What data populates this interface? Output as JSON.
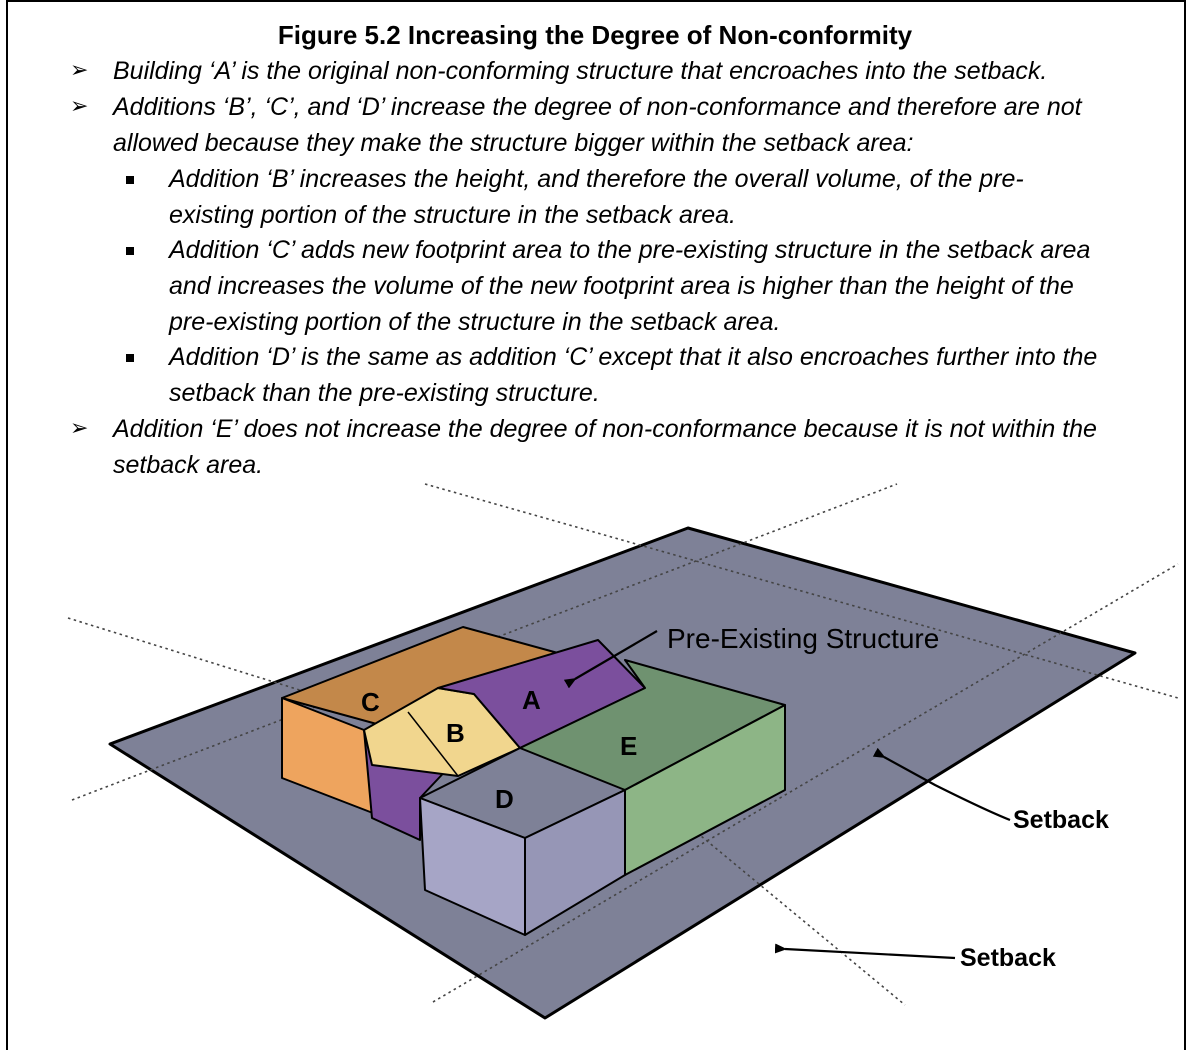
{
  "figure": {
    "title": "Figure 5.2  Increasing the Degree of Non-conformity"
  },
  "bullets": [
    {
      "text": "Building ‘A’ is the original non-conforming structure that encroaches into the setback."
    },
    {
      "line1": "Additions ‘B’, ‘C’, and ‘D’ increase the degree of non-conformance and therefore are not",
      "line2": "allowed because they make the structure bigger within the setback area:"
    },
    {
      "line1": "Addition ‘E’ does not increase the degree of non-conformance because it is not within the",
      "line2": "setback area."
    }
  ],
  "sub_bullets": [
    {
      "line1": "Addition ‘B’ increases the height, and therefore the overall volume, of the pre-",
      "line2": "existing portion of the structure in the setback area."
    },
    {
      "line1": "Addition ‘C’ adds new footprint area to the pre-existing structure in the setback area",
      "line2": "and increases the volume of the new footprint area is higher than the height of the",
      "line3": "pre-existing portion of the structure in the setback area."
    },
    {
      "line1": "Addition ‘D’ is the same as addition ‘C’ except that it also encroaches further into the",
      "line2": "setback than the pre-existing structure."
    }
  ],
  "diagram": {
    "block_labels": {
      "a": "A",
      "b": "B",
      "c": "C",
      "d": "D",
      "e": "E"
    },
    "callouts": {
      "pre_existing": "Pre-Existing Structure",
      "setback_right": "Setback",
      "setback_bottom": "Setback"
    },
    "colors": {
      "ground": "#7e8197",
      "a_purple": "#7b4f9d",
      "b_yellow": "#f1d68e",
      "c_orange_top": "#c3884a",
      "c_orange_front": "#eea45e",
      "d_top": "#7e8197",
      "d_front": "#a6a5c6",
      "e_top": "#6f9270",
      "e_side": "#8db586"
    }
  }
}
